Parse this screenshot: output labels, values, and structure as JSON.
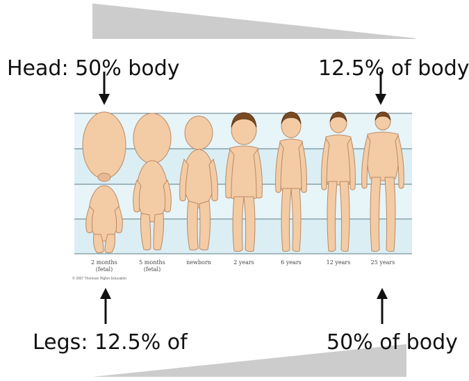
{
  "captions": {
    "head_left": "Head: 50% body",
    "head_right": "12.5% of body",
    "legs_left": "Legs: 12.5% of",
    "legs_right": "50% of body"
  },
  "stages": [
    {
      "label_line1": "2 months",
      "label_line2": "(fetal)"
    },
    {
      "label_line1": "5 months",
      "label_line2": "(fetal)"
    },
    {
      "label_line1": "newborn",
      "label_line2": ""
    },
    {
      "label_line1": "2 years",
      "label_line2": ""
    },
    {
      "label_line1": "6 years",
      "label_line2": ""
    },
    {
      "label_line1": "12 years",
      "label_line2": ""
    },
    {
      "label_line1": "25 years",
      "label_line2": ""
    }
  ],
  "credit": "© 2007 Thomson Higher Education",
  "colors": {
    "skin": "#f3cba4",
    "skin_outline": "#b98a66",
    "hair": "#7a4a22",
    "band": "#dbeef4",
    "wedge": "#cccccc"
  }
}
